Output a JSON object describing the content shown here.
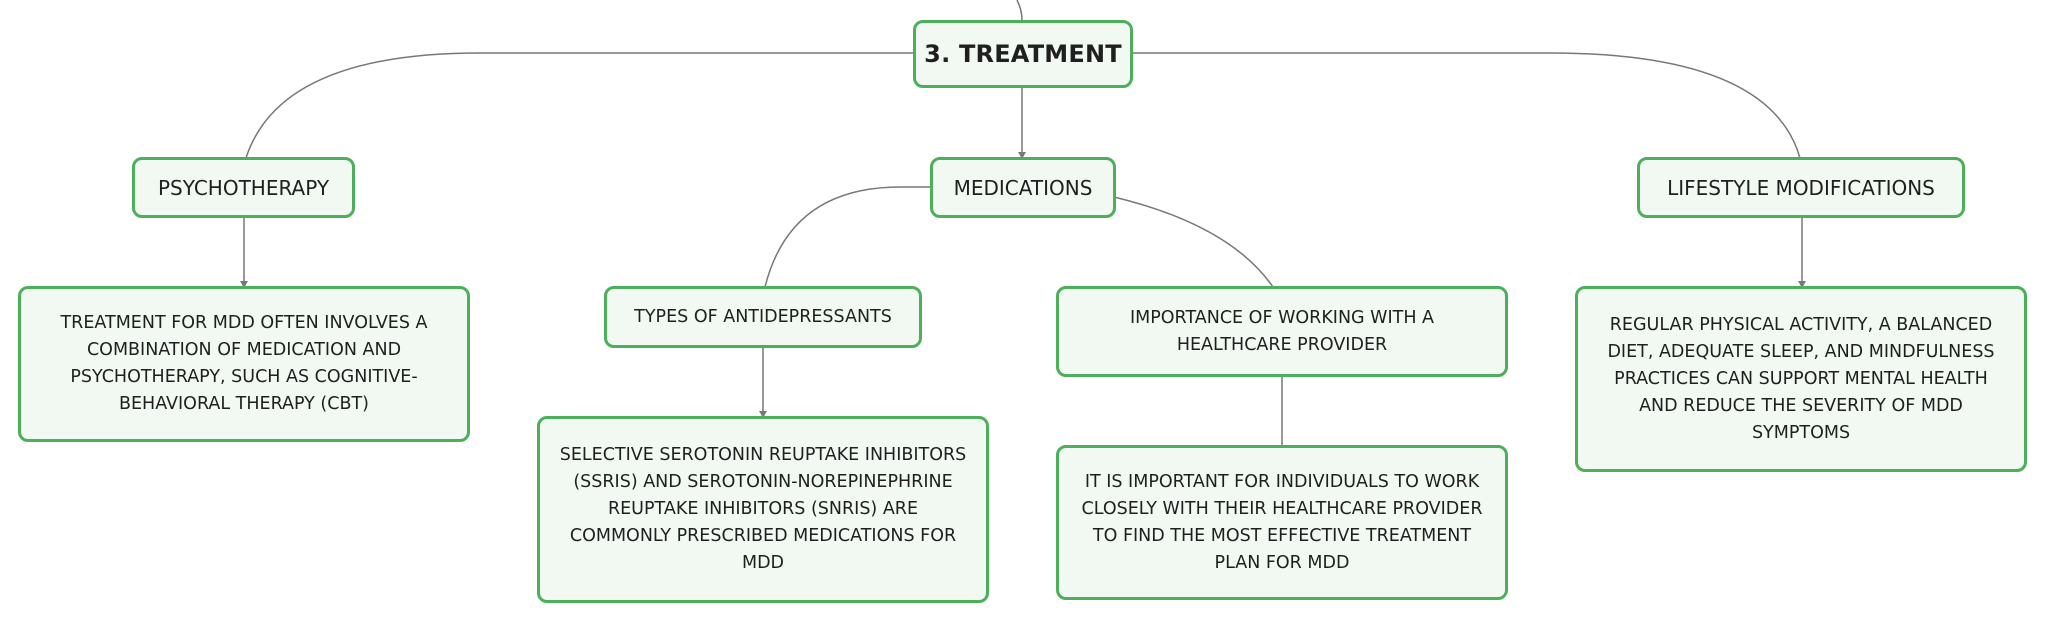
{
  "colors": {
    "border": "#4caf5a",
    "fill": "#f1f9f2",
    "edge": "#777777",
    "text": "#1f1f1f"
  },
  "nodes": {
    "treatment": "3. TREATMENT",
    "psychotherapy": "PSYCHOTHERAPY",
    "medications": "MEDICATIONS",
    "lifestyle": "LIFESTYLE MODIFICATIONS",
    "psychotherapy_detail": "TREATMENT FOR MDD OFTEN INVOLVES A COMBINATION OF MEDICATION AND PSYCHOTHERAPY, SUCH AS COGNITIVE-BEHAVIORAL THERAPY (CBT)",
    "antidepressants": "TYPES OF ANTIDEPRESSANTS",
    "antidepressants_detail": "SELECTIVE SEROTONIN REUPTAKE INHIBITORS (SSRIS) AND SEROTONIN-NOREPINEPHRINE REUPTAKE INHIBITORS (SNRIS) ARE COMMONLY PRESCRIBED MEDICATIONS FOR MDD",
    "provider": "IMPORTANCE OF WORKING WITH A HEALTHCARE PROVIDER",
    "provider_detail": "IT IS IMPORTANT FOR INDIVIDUALS TO WORK CLOSELY WITH THEIR HEALTHCARE PROVIDER TO FIND THE MOST EFFECTIVE TREATMENT PLAN FOR MDD",
    "lifestyle_detail": "REGULAR PHYSICAL ACTIVITY, A BALANCED DIET, ADEQUATE SLEEP, AND MINDFULNESS PRACTICES CAN SUPPORT MENTAL HEALTH AND REDUCE THE SEVERITY OF MDD SYMPTOMS"
  }
}
